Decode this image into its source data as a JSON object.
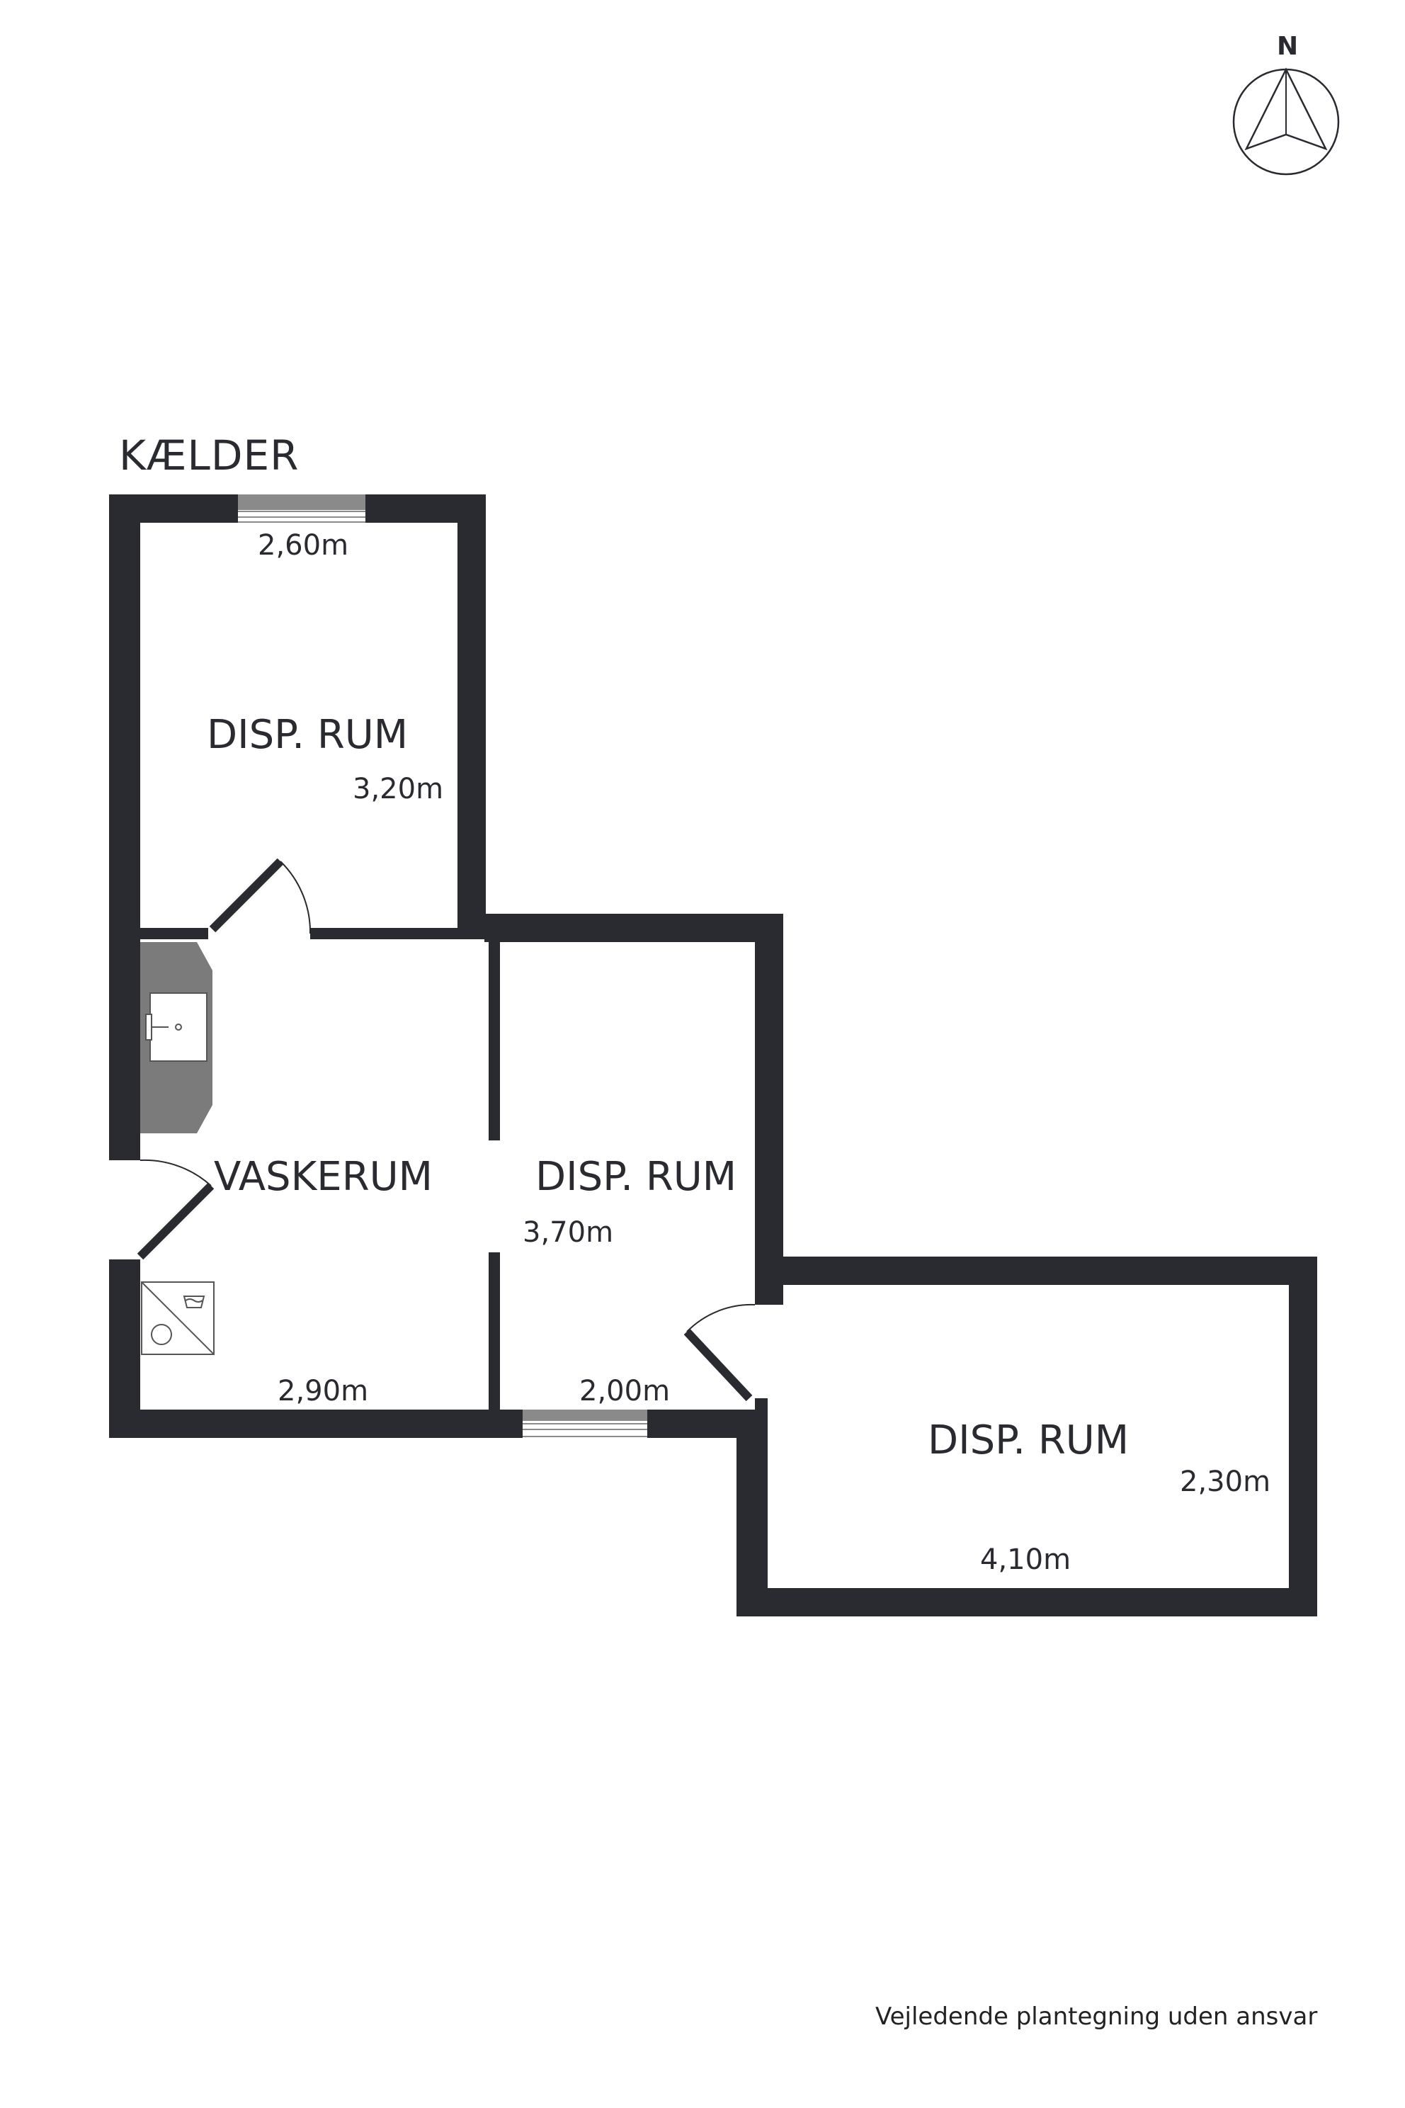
{
  "title": "KÆLDER",
  "north_label": "N",
  "rooms": [
    {
      "name": "DISP. RUM",
      "dims": [
        "2,60m",
        "3,20m"
      ]
    },
    {
      "name": "VASKERUM",
      "dims": [
        "2,90m"
      ]
    },
    {
      "name": "DISP. RUM",
      "dims": [
        "3,70m",
        "2,00m"
      ]
    },
    {
      "name": "DISP. RUM",
      "dims": [
        "4,10m",
        "2,30m"
      ]
    }
  ],
  "footer": "Vejledende plantegning uden ansvar",
  "colors": {
    "wall": "#2a2b31",
    "fixture": "#7b7b7b",
    "window": "#8a8a8a",
    "line": "#2a2b31"
  }
}
